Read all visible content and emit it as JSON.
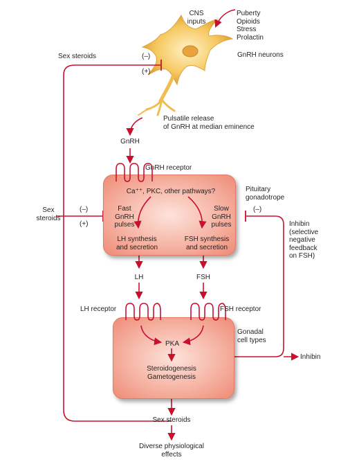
{
  "cns_inputs": "CNS\ninputs",
  "input_list": "Puberty\nOpioids\nStress\nProlactin",
  "gnrh_neurons": "GnRH neurons",
  "sex_steroids_top": "Sex steroids",
  "minus_1": "(–)",
  "plus_1": "(+)",
  "pulsatile_release": "Pulsatile release\nof GnRH at median eminence",
  "gnrh": "GnRH",
  "gnrh_receptor": "GnRH receptor",
  "pathways": "Ca⁺⁺, PKC, other pathways?",
  "pituitary": "Pituitary\ngonadotrope",
  "sex_steroids_left": "Sex\nsteroids",
  "minus_2": "(–)",
  "plus_2": "(+)",
  "minus_3": "(–)",
  "fast_pulses": "Fast\nGnRH\npulses",
  "slow_pulses": "Slow\nGnRH\npulses",
  "lh_synthesis": "LH synthesis\nand secretion",
  "fsh_synthesis": "FSH synthesis\nand secretion",
  "inhibin_note": "Inhibin\n(selective\nnegative\nfeedback\non FSH)",
  "lh": "LH",
  "fsh": "FSH",
  "lh_receptor": "LH receptor",
  "fsh_receptor": "FSH receptor",
  "gonadal": "Gonadal\ncell types",
  "pka": "PKA",
  "steroidogenesis": "Steroidogenesis\nGametogenesis",
  "inhibin": "Inhibin",
  "sex_steroids_bottom": "Sex steroids",
  "diverse_effects": "Diverse physiological\neffects",
  "colors": {
    "arrow": "#c8102e",
    "box_fill": "#f6b4a4",
    "neuron": "#f6c85f"
  }
}
